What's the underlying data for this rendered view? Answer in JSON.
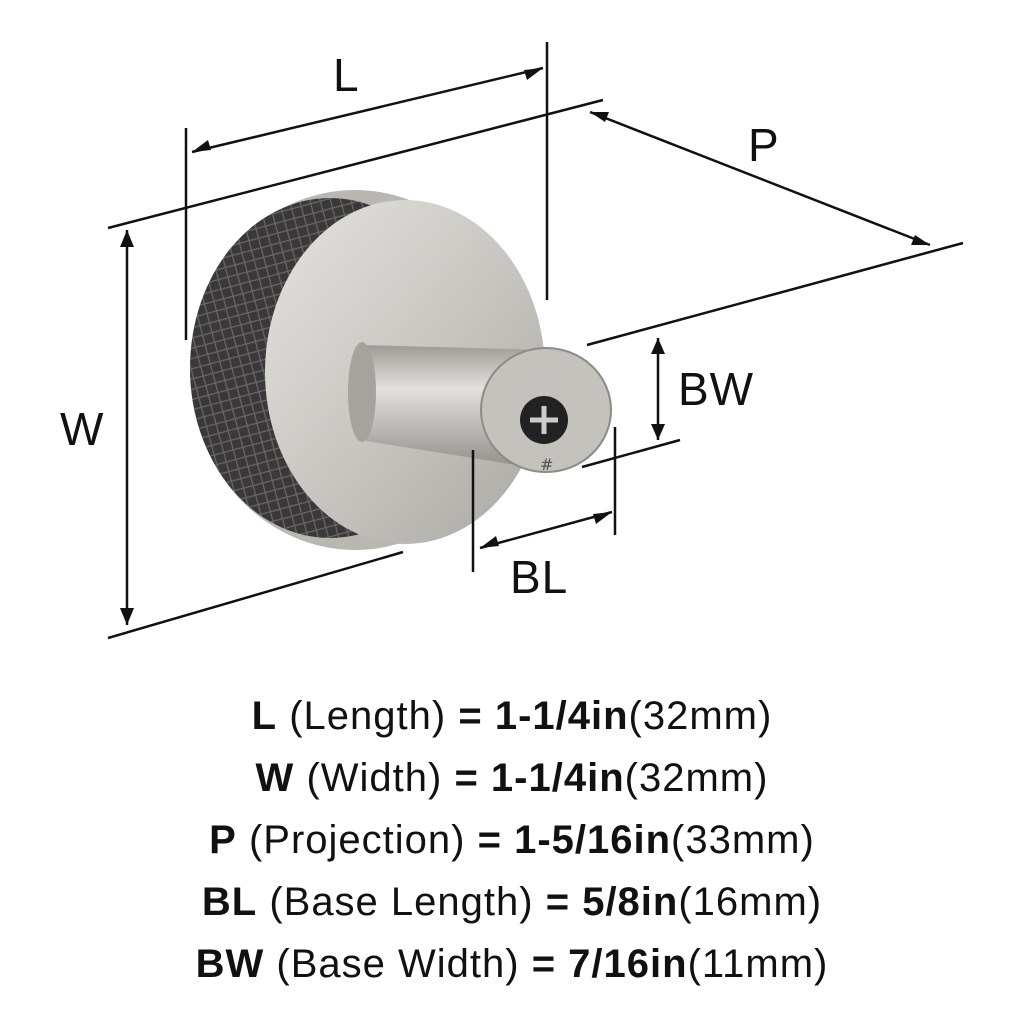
{
  "labels": {
    "L": "L",
    "P": "P",
    "W": "W",
    "BW": "BW",
    "BL": "BL"
  },
  "specs": [
    {
      "code": "L",
      "name": "(Length)",
      "eq": "= 1-1/4in",
      "metric": "(32mm)"
    },
    {
      "code": "W",
      "name": "(Width)",
      "eq": "= 1-1/4in",
      "metric": "(32mm)"
    },
    {
      "code": "P",
      "name": "(Projection)",
      "eq": "= 1-5/16in",
      "metric": "(33mm)"
    },
    {
      "code": "BL",
      "name": "(Base Length)",
      "eq": "= 5/8in",
      "metric": "(16mm)"
    },
    {
      "code": "BW",
      "name": "(Base Width)",
      "eq": "= 7/16in",
      "metric": "(11mm)"
    }
  ]
}
